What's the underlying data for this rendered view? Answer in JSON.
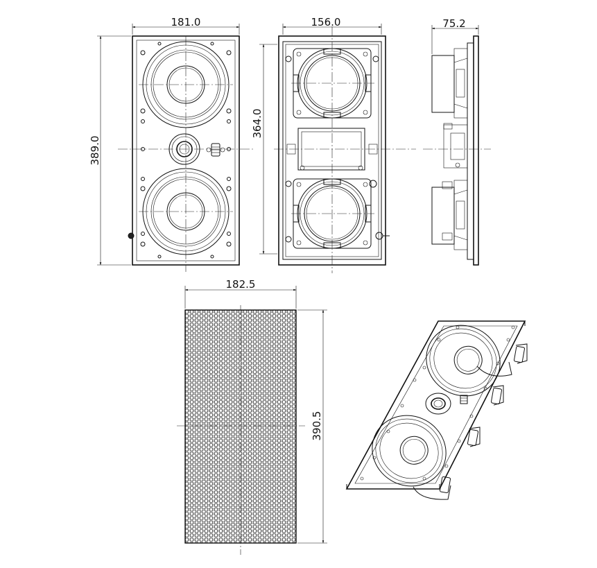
{
  "dimensions": {
    "front_width": "181.0",
    "front_height": "389.0",
    "back_width": "156.0",
    "back_height": "364.0",
    "side_depth": "75.2",
    "grille_width": "182.5",
    "grille_height": "390.5"
  },
  "colors": {
    "line": "#111111",
    "background": "#ffffff"
  }
}
